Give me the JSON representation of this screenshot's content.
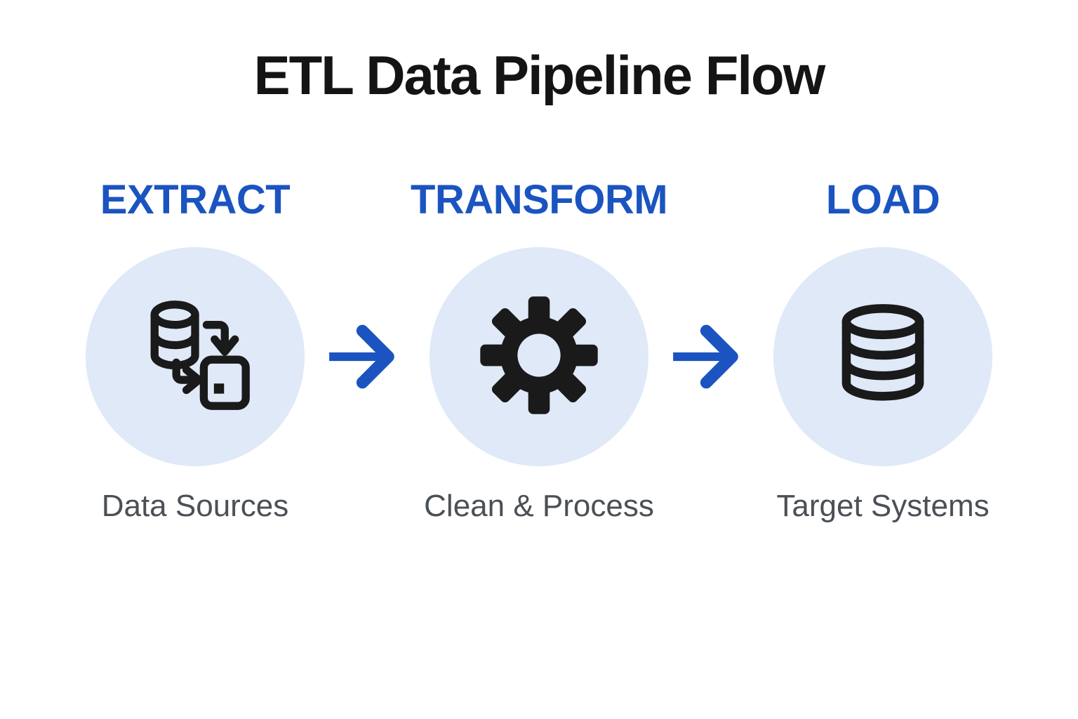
{
  "title": "ETL Data Pipeline Flow",
  "colors": {
    "accent_blue": "#1b54c0",
    "circle_background": "#dfe9f8",
    "icon_dark": "#1a1a1a",
    "caption_gray": "#4a5056",
    "title_black": "#141414"
  },
  "stages": [
    {
      "label": "EXTRACT",
      "caption": "Data Sources",
      "icon": "database-export-icon"
    },
    {
      "label": "TRANSFORM",
      "caption": "Clean & Process",
      "icon": "gear-icon"
    },
    {
      "label": "LOAD",
      "caption": "Target Systems",
      "icon": "database-icon"
    }
  ],
  "connectors": [
    {
      "icon": "arrow-right-icon"
    },
    {
      "icon": "arrow-right-icon"
    }
  ]
}
